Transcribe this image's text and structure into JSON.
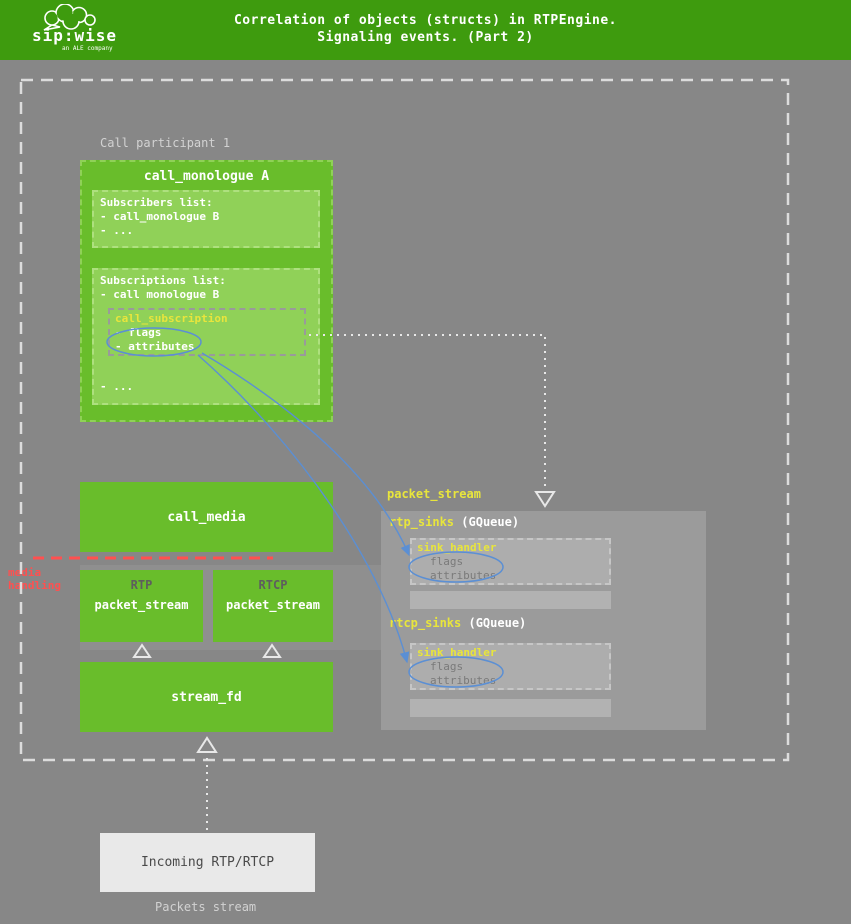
{
  "header": {
    "title_line1": "Correlation of objects (structs) in RTPEngine.",
    "title_line2": "Signaling events. (Part 2)",
    "logo": {
      "name": "sip:wise",
      "tagline": "an ALE company"
    }
  },
  "colors": {
    "header_green": "#3E9B0E",
    "box_green": "#69BD2B",
    "inner_green": "#90D158",
    "panel_gray": "#9B9B9B",
    "accent_yellow": "#E8E53C",
    "alert_red": "#FF5050",
    "link_blue": "#5B8FD4"
  },
  "participant": {
    "label": "Call participant 1"
  },
  "monologue": {
    "title": "call_monologue A",
    "subscribers": {
      "title": "Subscribers list:",
      "item_monologue_b": "- call_monologue B",
      "item_more": "- ..."
    },
    "subscriptions": {
      "title": "Subscriptions list:",
      "item_monologue_b": "- call monologue B",
      "call_subscription": {
        "title": "call_subscription",
        "flags": "- flags",
        "attributes": "- attributes"
      },
      "item_more": "- ..."
    }
  },
  "media": {
    "call_media": "call_media",
    "media_handling_line1": "media",
    "media_handling_line2": "handling",
    "rtp": "RTP",
    "rtcp": "RTCP",
    "packet_stream": "packet_stream",
    "stream_fd": "stream_fd",
    "incoming": "Incoming RTP/RTCP",
    "packets_stream": "Packets stream"
  },
  "sinks": {
    "title": "packet_stream",
    "rtp_sinks": "rtp_sinks",
    "rtcp_sinks": "rtcp_sinks",
    "gqueue": "(GQueue)",
    "sink_handler": {
      "title": "sink_handler",
      "flags": "flags",
      "attributes": "attributes"
    }
  }
}
